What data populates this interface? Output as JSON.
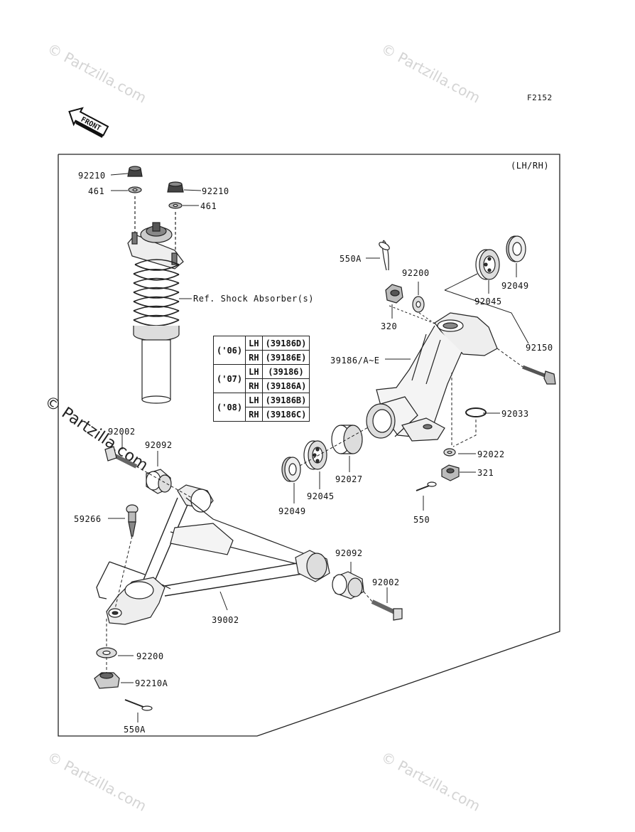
{
  "figure_code": "F2152",
  "side_label": "(LH/RH)",
  "front_label": "FRONT",
  "watermark": "© Partzilla.com",
  "ref_label": "Ref. Shock Absorber(s)",
  "part_labels": {
    "nut_top_left": "92210",
    "washer_top_left": "461",
    "nut_top_right": "92210",
    "washer_top_right": "461",
    "cotter_pin_top": "550A",
    "washer_knuckle": "92200",
    "nut_castle": "320",
    "bearing_upper": "92045",
    "seal_upper": "92049",
    "knuckle": "39186/A~E",
    "bolt_knuckle": "92150",
    "circlip": "92033",
    "washer_lower": "92022",
    "nut_lower": "321",
    "cotter_pin_lower": "550",
    "seal_lower": "92049",
    "bearing_lower": "92045",
    "spacer": "92027",
    "bolt_arm_left": "92002",
    "bushing_left": "92092",
    "ball_joint": "59266",
    "bushing_right": "92092",
    "bolt_arm_right": "92002",
    "arm": "39002",
    "washer_arm": "92200",
    "nut_arm": "92210A",
    "cotter_pin_arm": "550A"
  },
  "year_table": [
    {
      "year": "('06)",
      "side": "LH",
      "part": "(39186D)"
    },
    {
      "year": "",
      "side": "RH",
      "part": "(39186E)"
    },
    {
      "year": "('07)",
      "side": "LH",
      "part": "(39186)"
    },
    {
      "year": "",
      "side": "RH",
      "part": "(39186A)"
    },
    {
      "year": "('08)",
      "side": "LH",
      "part": "(39186B)"
    },
    {
      "year": "",
      "side": "RH",
      "part": "(39186C)"
    }
  ]
}
